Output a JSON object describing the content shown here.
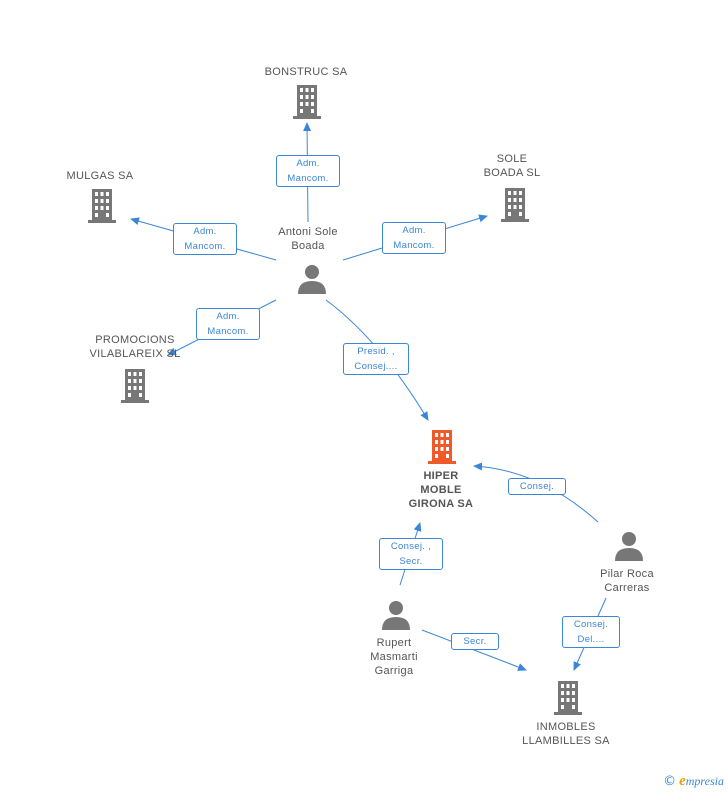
{
  "colors": {
    "building": "#777777",
    "focus_building": "#ee5a2a",
    "person": "#777777",
    "edge": "#3b86d6",
    "text": "#555555"
  },
  "nodes": {
    "bonstruc": {
      "lines": [
        "BONSTRUC SA"
      ],
      "kind": "company"
    },
    "mulgas": {
      "lines": [
        "MULGAS SA"
      ],
      "kind": "company"
    },
    "sole_boada": {
      "lines": [
        "SOLE",
        "BOADA SL"
      ],
      "kind": "company"
    },
    "promocions": {
      "lines": [
        "PROMOCIONS",
        "VILABLAREIX SL"
      ],
      "kind": "company"
    },
    "antoni": {
      "lines": [
        "Antoni Sole",
        "Boada"
      ],
      "kind": "person"
    },
    "hiper": {
      "lines": [
        "HIPER",
        "MOBLE",
        "GIRONA SA"
      ],
      "kind": "focus-company"
    },
    "pilar": {
      "lines": [
        "Pilar Roca",
        "Carreras"
      ],
      "kind": "person"
    },
    "rupert": {
      "lines": [
        "Rupert",
        "Masmarti",
        "Garriga"
      ],
      "kind": "person"
    },
    "inmobles": {
      "lines": [
        "INMOBLES",
        "LLAMBILLES SA"
      ],
      "kind": "company"
    }
  },
  "edges": {
    "antoni_bonstruc": [
      "Adm.",
      "Mancom."
    ],
    "antoni_mulgas": [
      "Adm.",
      "Mancom."
    ],
    "antoni_sole": [
      "Adm.",
      "Mancom."
    ],
    "antoni_promocions": [
      "Adm.",
      "Mancom."
    ],
    "antoni_hiper": [
      "Presid. ,",
      "Consej...."
    ],
    "pilar_hiper": [
      "Consej."
    ],
    "rupert_hiper": [
      "Consej. ,",
      "Secr."
    ],
    "rupert_inmobles": [
      "Secr."
    ],
    "pilar_inmobles": [
      "Consej.",
      "Del...."
    ]
  },
  "footer": {
    "copyright": "©",
    "brand_initial": "e",
    "brand_rest": "mpresia"
  }
}
